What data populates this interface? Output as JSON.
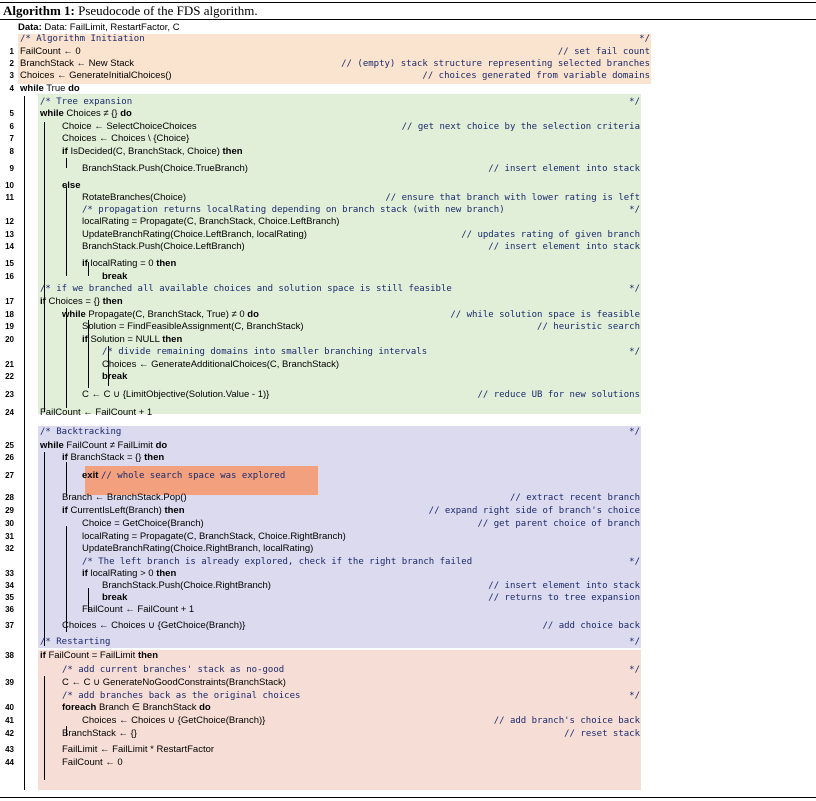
{
  "caption": {
    "label": "Algorithm 1:",
    "text": "Pseudocode of the FDS algorithm."
  },
  "data_line": "Data: FailLimit, RestartFactor, C",
  "colors": {
    "orange": "#fbe4cf",
    "green": "#e1efd9",
    "purple": "#dcdaee",
    "red": "#f6ded6",
    "exit": "#f3a07f",
    "comment": "#1a2a6c"
  },
  "lines": [
    {
      "n": "",
      "t": "/* Algorithm Initiation",
      "c": "*/",
      "cls": "cm",
      "ind": 0
    },
    {
      "n": "1",
      "t": "FailCount ← 0",
      "c": "// set fail count",
      "ind": 0
    },
    {
      "n": "2",
      "t": "BranchStack ← New Stack",
      "c": "// (empty) stack structure representing selected branches",
      "ind": 0
    },
    {
      "n": "3",
      "t": "Choices ← GenerateInitialChoices()",
      "c": "// choices generated from variable domains",
      "ind": 0
    },
    {
      "n": "4",
      "t": "while True do",
      "c": "",
      "ind": 0
    },
    {
      "n": "",
      "t": "/* Tree expansion",
      "c": "*/",
      "cls": "cm",
      "ind": 1
    },
    {
      "n": "5",
      "t": "while Choices ≠ {} do",
      "c": "",
      "ind": 1
    },
    {
      "n": "6",
      "t": "Choice ← SelectChoiceChoices",
      "c": "// get next choice by the selection criteria",
      "ind": 2
    },
    {
      "n": "7",
      "t": "Choices ← Choices \\ {Choice}",
      "c": "",
      "ind": 2
    },
    {
      "n": "8",
      "t": "if IsDecided(C, BranchStack, Choice) then",
      "c": "",
      "ind": 2
    },
    {
      "n": "9",
      "t": "BranchStack.Push(Choice.TrueBranch)",
      "c": "// insert element into stack",
      "ind": 3
    },
    {
      "n": "10",
      "t": "else",
      "c": "",
      "ind": 2
    },
    {
      "n": "11",
      "t": "RotateBranches(Choice)",
      "c": "// ensure that branch with lower rating is left",
      "ind": 3
    },
    {
      "n": "",
      "t": "/* propagation returns localRating depending on branch stack (with new branch)",
      "c": "*/",
      "cls": "cm",
      "ind": 3
    },
    {
      "n": "12",
      "t": "localRating = Propagate(C, BranchStack, Choice.LeftBranch)",
      "c": "",
      "ind": 3
    },
    {
      "n": "13",
      "t": "UpdateBranchRating(Choice.LeftBranch, localRating)",
      "c": "// updates rating of given branch",
      "ind": 3
    },
    {
      "n": "14",
      "t": "BranchStack.Push(Choice.LeftBranch)",
      "c": "// insert element into stack",
      "ind": 3
    },
    {
      "n": "15",
      "t": "if localRating = 0 then",
      "c": "",
      "ind": 3
    },
    {
      "n": "16",
      "t": "break",
      "c": "",
      "ind": 4
    },
    {
      "n": "",
      "t": "/* if we branched all available choices and solution space is still feasible",
      "c": "*/",
      "cls": "cm",
      "ind": 1
    },
    {
      "n": "17",
      "t": "if Choices = {} then",
      "c": "",
      "ind": 1
    },
    {
      "n": "18",
      "t": "while Propagate(C, BranchStack, True) ≠ 0 do",
      "c": "// while solution space is feasible",
      "ind": 2
    },
    {
      "n": "19",
      "t": "Solution = FindFeasibleAssignment(C, BranchStack)",
      "c": "// heuristic search",
      "ind": 3
    },
    {
      "n": "20",
      "t": "if Solution = NULL then",
      "c": "",
      "ind": 3
    },
    {
      "n": "",
      "t": "/* divide remaining domains into smaller branching intervals",
      "c": "*/",
      "cls": "cm",
      "ind": 4
    },
    {
      "n": "21",
      "t": "Choices ← GenerateAdditionalChoices(C, BranchStack)",
      "c": "",
      "ind": 4
    },
    {
      "n": "22",
      "t": "break",
      "c": "",
      "ind": 4
    },
    {
      "n": "23",
      "t": "C ← C ∪ {LimitObjective(Solution.Value - 1)}",
      "c": "// reduce UB for new solutions",
      "ind": 3
    },
    {
      "n": "24",
      "t": "FailCount ← FailCount + 1",
      "c": "",
      "ind": 1
    },
    {
      "n": "",
      "t": "/* Backtracking",
      "c": "*/",
      "cls": "cm",
      "ind": 1
    },
    {
      "n": "25",
      "t": "while FailCount ≠ FailLimit do",
      "c": "",
      "ind": 1
    },
    {
      "n": "26",
      "t": "if BranchStack = {} then",
      "c": "",
      "ind": 2
    },
    {
      "n": "27",
      "t": "exit // whole search space was explored",
      "c": "",
      "ind": 3
    },
    {
      "n": "28",
      "t": "Branch ← BranchStack.Pop()",
      "c": "// extract recent branch",
      "ind": 2
    },
    {
      "n": "29",
      "t": "if CurrentIsLeft(Branch) then",
      "c": "// expand right side of branch's choice",
      "ind": 2
    },
    {
      "n": "30",
      "t": "Choice = GetChoice(Branch)",
      "c": "// get parent choice of branch",
      "ind": 3
    },
    {
      "n": "31",
      "t": "localRating = Propagate(C, BranchStack, Choice.RightBranch)",
      "c": "",
      "ind": 3
    },
    {
      "n": "32",
      "t": "UpdateBranchRating(Choice.RightBranch, localRating)",
      "c": "",
      "ind": 3
    },
    {
      "n": "",
      "t": "/* The left branch is already explored, check if the right branch failed",
      "c": "*/",
      "cls": "cm",
      "ind": 3
    },
    {
      "n": "33",
      "t": "if localRating > 0 then",
      "c": "",
      "ind": 3
    },
    {
      "n": "34",
      "t": "BranchStack.Push(Choice.RightBranch)",
      "c": "// insert element into stack",
      "ind": 4
    },
    {
      "n": "35",
      "t": "break",
      "c": "// returns to tree expansion",
      "ind": 4
    },
    {
      "n": "36",
      "t": "FailCount ← FailCount + 1",
      "c": "",
      "ind": 3
    },
    {
      "n": "37",
      "t": "Choices ← Choices ∪ {GetChoice(Branch)}",
      "c": "// add choice back",
      "ind": 2
    },
    {
      "n": "",
      "t": "/* Restarting",
      "c": "*/",
      "cls": "cm",
      "ind": 1
    },
    {
      "n": "38",
      "t": "if FailCount = FailLimit then",
      "c": "",
      "ind": 1
    },
    {
      "n": "",
      "t": "/* add current branches' stack as no-good",
      "c": "*/",
      "cls": "cm",
      "ind": 2
    },
    {
      "n": "39",
      "t": "C ← C ∪ GenerateNoGoodConstraints(BranchStack)",
      "c": "",
      "ind": 2
    },
    {
      "n": "",
      "t": "/* add branches back as the original choices",
      "c": "*/",
      "cls": "cm",
      "ind": 2
    },
    {
      "n": "40",
      "t": "foreach Branch ∈ BranchStack do",
      "c": "",
      "ind": 2
    },
    {
      "n": "41",
      "t": "Choices ← Choices ∪ {GetChoice(Branch)}",
      "c": "// add branch's choice back",
      "ind": 3
    },
    {
      "n": "42",
      "t": "BranchStack ← {}",
      "c": "// reset stack",
      "ind": 2
    },
    {
      "n": "43",
      "t": "FailLimit ← FailLimit * RestartFactor",
      "c": "",
      "ind": 2
    },
    {
      "n": "44",
      "t": "FailCount ← 0",
      "c": "",
      "ind": 2
    }
  ]
}
